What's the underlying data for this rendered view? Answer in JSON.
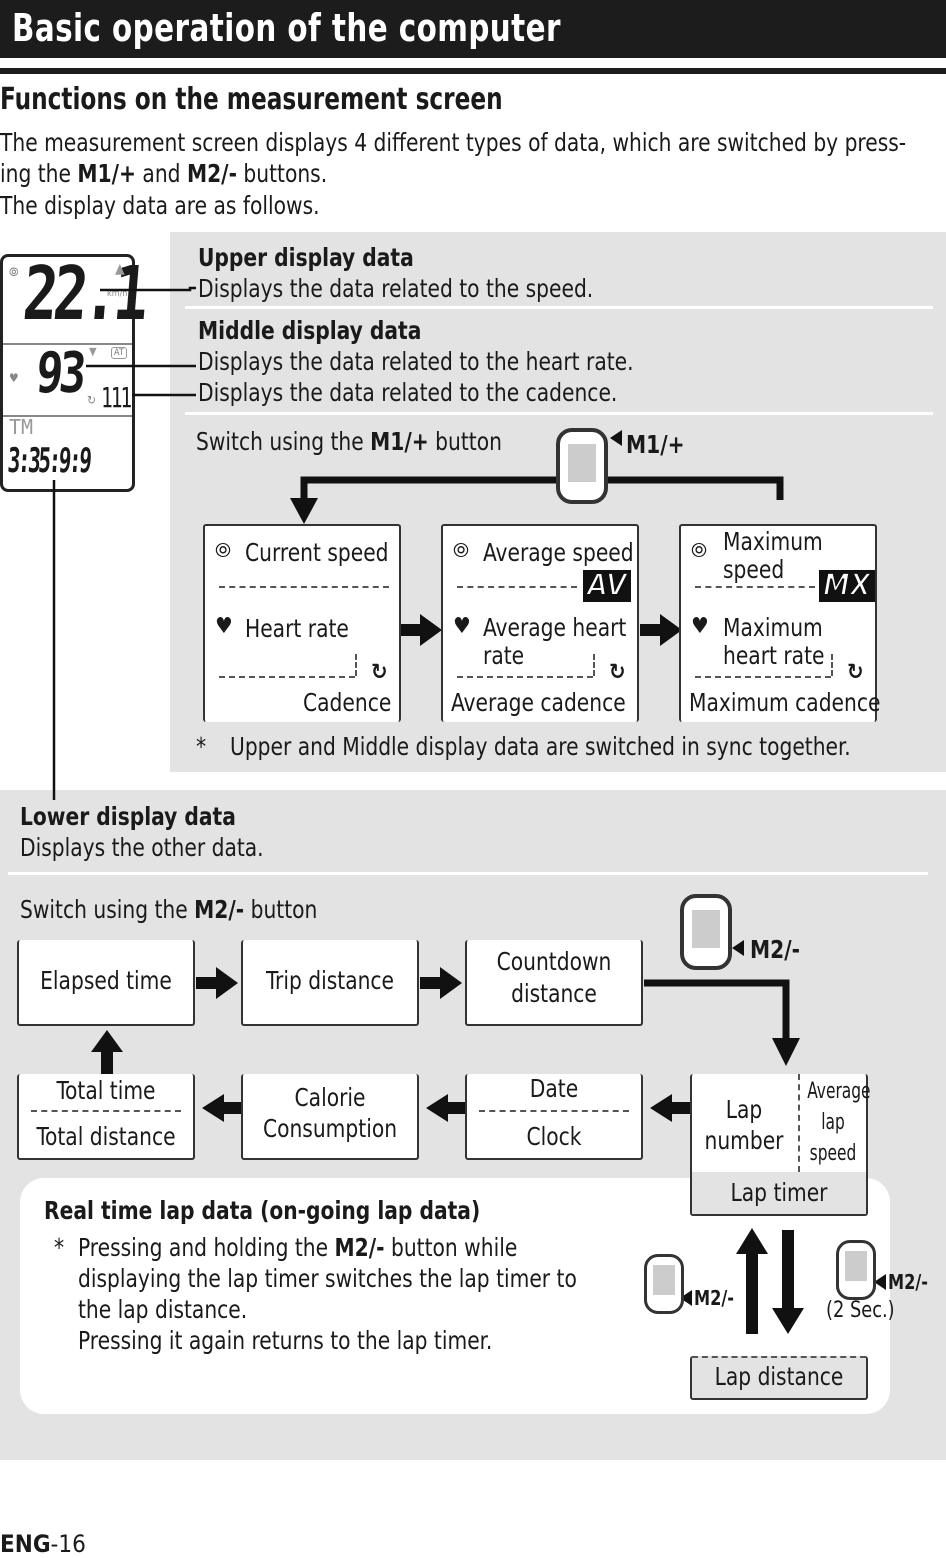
{
  "header": {
    "title": "Basic operation of the computer"
  },
  "section": {
    "title": "Functions on the measurement screen",
    "intro_line1_a": "The measurement screen displays 4 different types of data, which are switched by press-",
    "intro_line2_a": "ing the ",
    "m1": "M1/+",
    "and": " and ",
    "m2": "M2/-",
    "intro_line2_b": " buttons.",
    "intro_line3": "The display data are as follows."
  },
  "lcd": {
    "speed": "22.1",
    "unit": "km/h",
    "hr": "93",
    "cadence": "111",
    "tm": "TM",
    "time": "3:35:9:9",
    "at": "AT"
  },
  "upper": {
    "title": "Upper display data",
    "desc": "Displays the data related to the speed.",
    "middle_title": "Middle display data",
    "middle_desc1": "Displays the data related to the heart rate.",
    "middle_desc2": "Displays the data related to the cadence.",
    "switch_a": "Switch using the ",
    "switch_b": "M1/+",
    "switch_c": " button",
    "button_label": "M1/+",
    "boxes": [
      {
        "top": "Current speed",
        "mid": "Heart rate",
        "bot": "Cadence",
        "badge": ""
      },
      {
        "top": "Average speed",
        "mid": "Average heart rate",
        "bot": "Average cadence",
        "badge": "AV"
      },
      {
        "top": "Maximum speed",
        "mid": "Maximum heart rate",
        "bot": "Maximum cadence",
        "badge": "MX"
      }
    ],
    "note_star": "*",
    "note": "Upper and Middle display data are switched in sync together."
  },
  "lower": {
    "title": "Lower display data",
    "desc": "Displays the other data.",
    "switch_a": "Switch using the ",
    "switch_b": "M2/-",
    "switch_c": " button",
    "button_label": "M2/-",
    "elapsed": "Elapsed time",
    "trip": "Trip distance",
    "countdown": "Countdown distance",
    "total_time": "Total time",
    "total_distance": "Total distance",
    "calorie": "Calorie Consumption",
    "date": "Date",
    "clock": "Clock",
    "lap_number": "Lap number",
    "avg_lap_speed": "Average lap speed",
    "lap_timer": "Lap timer",
    "lap_distance": "Lap distance",
    "realtime_title": "Real time lap data (on-going lap data)",
    "rt_star": "*",
    "rt_line1_a": "Pressing and holding the ",
    "rt_line1_b": "M2/-",
    "rt_line1_c": " button while",
    "rt_line2": "displaying the lap timer switches the lap timer to",
    "rt_line3": "the lap distance.",
    "rt_line4": "Pressing it again returns to the lap timer.",
    "m2_left": "M2/-",
    "m2_right": "M2/-",
    "two_sec": "(2 Sec.)"
  },
  "footer": {
    "prefix": "ENG",
    "page": "-16"
  },
  "icons": [
    "speed-sensor-icon",
    "heart-icon",
    "cadence-icon",
    "right-arrow-icon",
    "up-arrow-icon",
    "down-arrow-icon",
    "computer-device-icon"
  ]
}
